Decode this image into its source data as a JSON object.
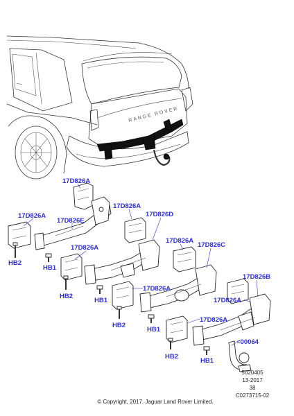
{
  "labels": {
    "l1": "17D826A",
    "l2": "17D826A",
    "l3": "17D826E",
    "l4": "17D826A",
    "l5": "17D826D",
    "l6": "17D826A",
    "l7": "17D826A",
    "l8": "17D826C",
    "l9": "17D826A",
    "l10": "17D826B",
    "l11": "17D826A",
    "l12": "17D826A",
    "hb2a": "HB2",
    "hb1a": "HB1",
    "hb2b": "HB2",
    "hb1b": "HB1",
    "hb2c": "HB2",
    "hb1c": "HB1",
    "hb2d": "HB2",
    "hb1d": "HB1",
    "ref": "<00064"
  },
  "meta": {
    "code1": "5020405",
    "code2": "13-2017",
    "code3": "38",
    "code4": "C0273715-02",
    "copyright": "© Copyright, 2017. Jaguar Land Rover Limited."
  },
  "colors": {
    "label": "#2a2fd9",
    "line": "#333333"
  }
}
